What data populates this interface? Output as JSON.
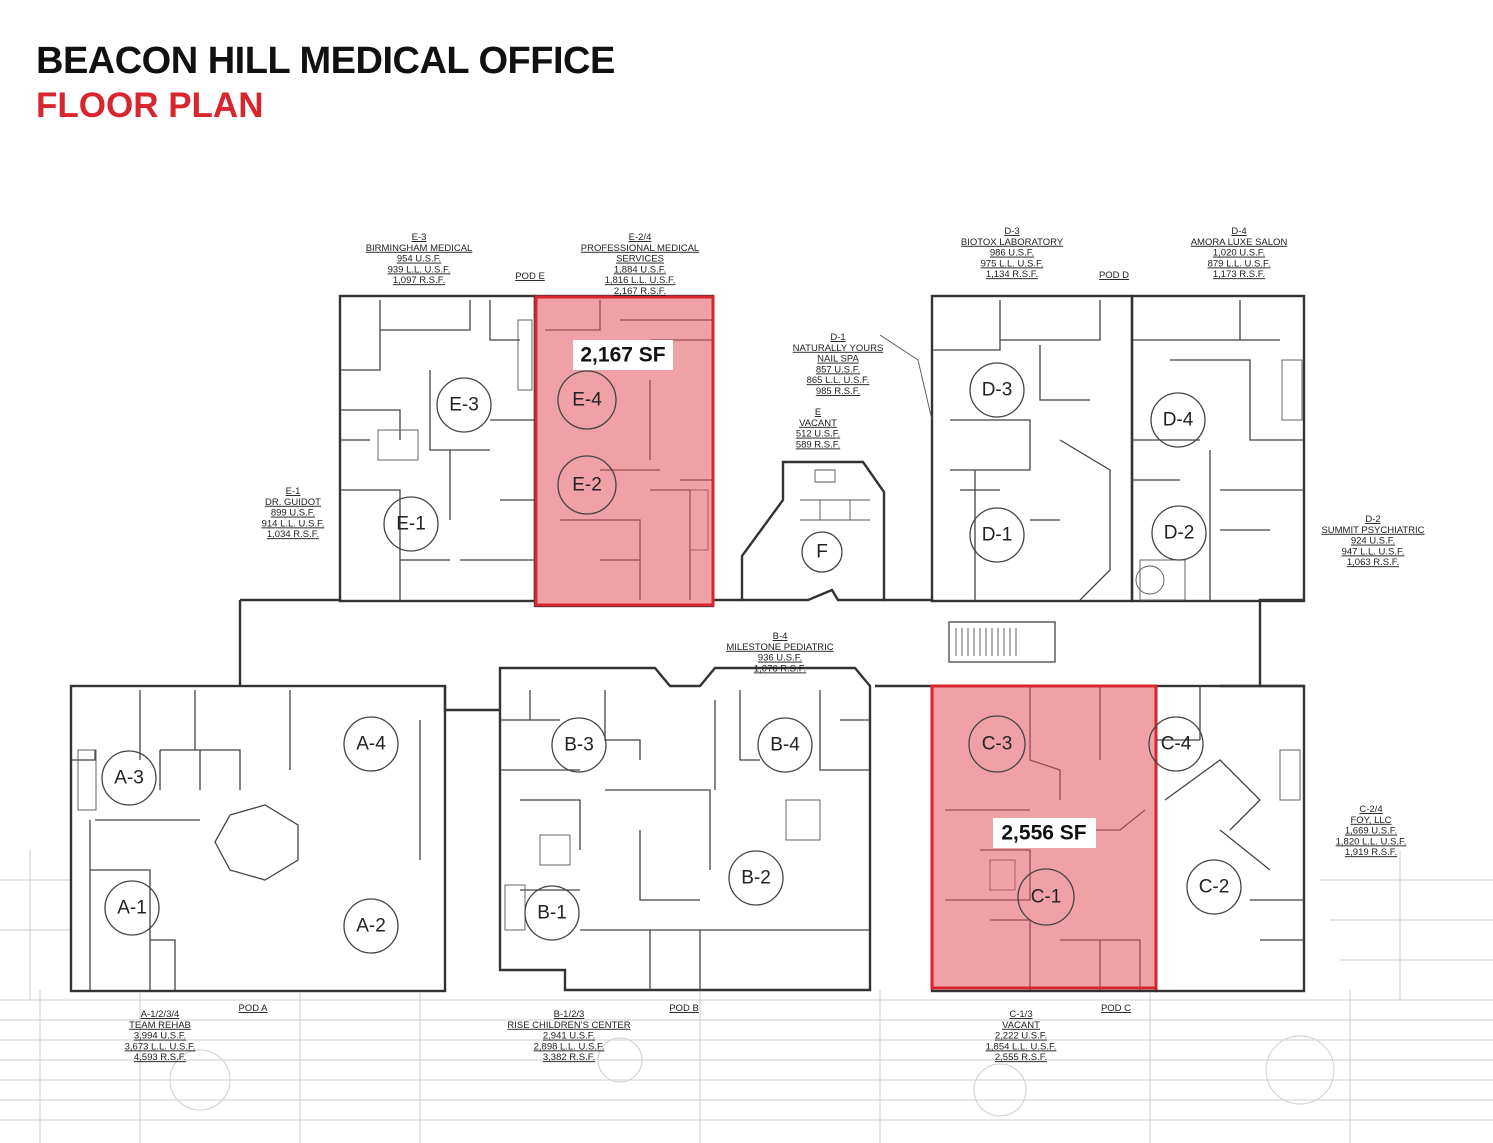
{
  "header": {
    "title": "BEACON HILL MEDICAL OFFICE",
    "subtitle": "FLOOR PLAN"
  },
  "colors": {
    "title": "#111111",
    "subtitle": "#d8262f",
    "highlight_fill": "#e2545c",
    "highlight_stroke": "#d8262f"
  },
  "pods": {
    "a": "POD A",
    "b": "POD B",
    "c": "POD C",
    "d": "POD D",
    "e": "POD E"
  },
  "tenants": {
    "e3": [
      "E-3",
      "BIRMINGHAM MEDICAL",
      "954 U.S.F.",
      "939 L.L. U.S.F.",
      "1,097 R.S.F."
    ],
    "e24": [
      "E-2/4",
      "PROFESSIONAL MEDICAL",
      "SERVICES",
      "1,884 U.S.F.",
      "1,816 L.L. U.S.F.",
      "2,167 R.S.F."
    ],
    "e1": [
      "E-1",
      "DR. GUIDOT",
      "899 U.S.F.",
      "914 L.L. U.S.F.",
      "1,034 R.S.F."
    ],
    "d1": [
      "D-1",
      "NATURALLY YOURS",
      "NAIL SPA",
      "857 U.S.F.",
      "865 L.L. U.S.F.",
      "985 R.S.F."
    ],
    "f": [
      "E",
      "VACANT",
      "512 U.S.F.",
      "589 R.S.F."
    ],
    "d3": [
      "D-3",
      "BIOTOX LABORATORY",
      "986 U.S.F.",
      "975 L.L. U.S.F.",
      "1,134 R.S.F."
    ],
    "d4": [
      "D-4",
      "AMORA LUXE SALON",
      "1,020 U.S.F.",
      "879 L.L. U.S.F.",
      "1,173 R.S.F."
    ],
    "d2": [
      "D-2",
      "SUMMIT PSYCHIATRIC",
      "924 U.S.F.",
      "947 L.L. U.S.F.",
      "1,063 R.S.F."
    ],
    "b4": [
      "B-4",
      "MILESTONE PEDIATRIC",
      "936 U.S.F.",
      "1,076 R.S.F."
    ],
    "c24": [
      "C-2/4",
      "FOY, LLC",
      "1,669 U.S.F.",
      "1,820 L.L. U.S.F.",
      "1,919 R.S.F."
    ],
    "a1234": [
      "A-1/2/3/4",
      "TEAM REHAB",
      "3,994 U.S.F.",
      "3,673 L.L. U.S.F.",
      "4,593 R.S.F."
    ],
    "b123": [
      "B-1/2/3",
      "RISE CHILDREN'S CENTER",
      "2,941 U.S.F.",
      "2,898 L.L. U.S.F.",
      "3,382 R.S.F."
    ],
    "c13": [
      "C-1/3",
      "VACANT",
      "2,222 U.S.F.",
      "1,854 L.L. U.S.F.",
      "2,555 R.S.F."
    ]
  },
  "units": {
    "e3": "E-3",
    "e4": "E-4",
    "e2": "E-2",
    "e1": "E-1",
    "f": "F",
    "d3": "D-3",
    "d4": "D-4",
    "d1": "D-1",
    "d2": "D-2",
    "a4": "A-4",
    "a3": "A-3",
    "a1": "A-1",
    "a2": "A-2",
    "b3": "B-3",
    "b4": "B-4",
    "b2": "B-2",
    "b1": "B-1",
    "c3": "C-3",
    "c4": "C-4",
    "c1": "C-1",
    "c2": "C-2"
  },
  "available": {
    "e24_sf": "2,167 SF",
    "c13_sf": "2,556 SF"
  }
}
